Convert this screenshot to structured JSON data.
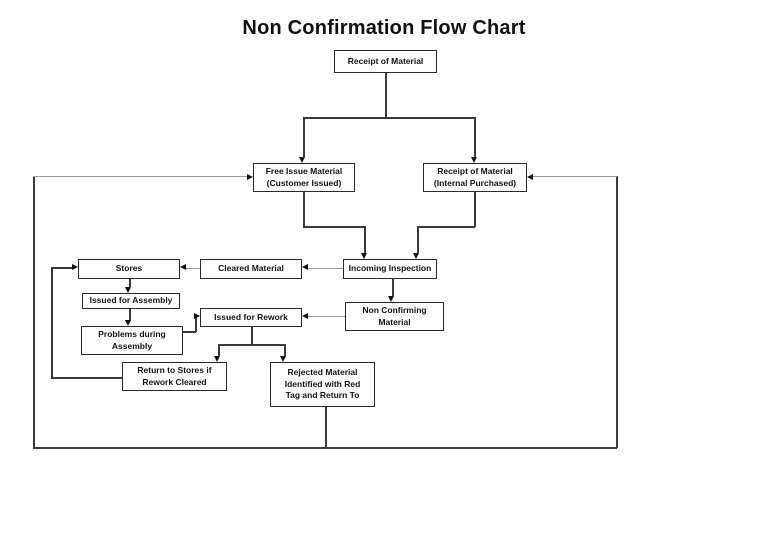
{
  "title": "Non Confirmation Flow Chart",
  "colors": {
    "background": "#ffffff",
    "box_border": "#2a2a2a",
    "text": "#111111",
    "line_dark": "#3a3a3a",
    "line_light": "#9a9a9a",
    "arrowhead": "#111111"
  },
  "diagram": {
    "type": "flowchart",
    "nodes": {
      "receipt_top": {
        "label": "Receipt of Material"
      },
      "free_issue": {
        "label": [
          "Free Issue Material",
          "(Customer Issued)"
        ]
      },
      "receipt_internal": {
        "label": [
          "Receipt of Material",
          "(Internal Purchased)"
        ]
      },
      "incoming_inspection": {
        "label": "Incoming Inspection"
      },
      "cleared_material": {
        "label": "Cleared Material"
      },
      "stores": {
        "label": "Stores"
      },
      "issued_assembly": {
        "label": "Issued for Assembly"
      },
      "problems_assembly": {
        "label": [
          "Problems during",
          "Assembly"
        ]
      },
      "issued_rework": {
        "label": "Issued for Rework"
      },
      "non_confirming": {
        "label": [
          "Non Confirming",
          "Material"
        ]
      },
      "return_stores": {
        "label": [
          "Return to Stores if",
          "Rework Cleared"
        ]
      },
      "rejected": {
        "label": [
          "Rejected Material",
          "Identified with Red",
          "Tag and Return To"
        ]
      }
    },
    "edges": [
      {
        "from": "Receipt of Material",
        "to": "Free Issue Material (Customer Issued)"
      },
      {
        "from": "Receipt of Material",
        "to": "Receipt of Material (Internal Purchased)"
      },
      {
        "from": "Free Issue Material (Customer Issued)",
        "to": "Incoming Inspection"
      },
      {
        "from": "Receipt of Material (Internal Purchased)",
        "to": "Incoming Inspection"
      },
      {
        "from": "Incoming Inspection",
        "to": "Cleared Material"
      },
      {
        "from": "Cleared Material",
        "to": "Stores"
      },
      {
        "from": "Incoming Inspection",
        "to": "Non Confirming Material"
      },
      {
        "from": "Non Confirming Material",
        "to": "Issued for Rework"
      },
      {
        "from": "Stores",
        "to": "Issued for Assembly"
      },
      {
        "from": "Issued for Assembly",
        "to": "Problems during Assembly"
      },
      {
        "from": "Problems during Assembly",
        "to": "Issued for Rework"
      },
      {
        "from": "Issued for Rework",
        "to": "Return to Stores if Rework Cleared"
      },
      {
        "from": "Issued for Rework",
        "to": "Rejected Material Identified with Red Tag and Return To"
      },
      {
        "from": "Return to Stores if Rework Cleared",
        "to": "Stores"
      },
      {
        "from": "Rejected Material Identified with Red Tag and Return To",
        "to": "Free Issue Material (Customer Issued)"
      },
      {
        "from": "Rejected Material Identified with Red Tag and Return To",
        "to": "Receipt of Material (Internal Purchased)"
      }
    ]
  }
}
